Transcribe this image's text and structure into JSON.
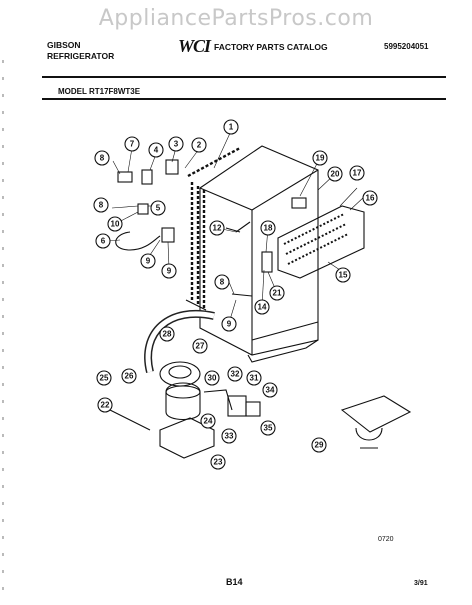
{
  "watermark": "AppliancePartsPros.com",
  "header": {
    "brand_line1": "GIBSON",
    "brand_line2": "REFRIGERATOR",
    "logo": "WCI",
    "catalog_title": "FACTORY PARTS CATALOG",
    "catalog_number": "5995204051"
  },
  "model": "MODEL RT17F8WT3E",
  "footer": {
    "ref_code": "0720",
    "page": "B14",
    "date_code": "3/91"
  },
  "callouts": [
    "1",
    "2",
    "3",
    "4",
    "5",
    "6",
    "7",
    "8",
    "9",
    "10",
    "12",
    "14",
    "15",
    "16",
    "17",
    "18",
    "19",
    "20",
    "21",
    "22",
    "23",
    "24",
    "25",
    "26",
    "27",
    "28",
    "29",
    "30",
    "31",
    "32",
    "33",
    "34",
    "35"
  ]
}
